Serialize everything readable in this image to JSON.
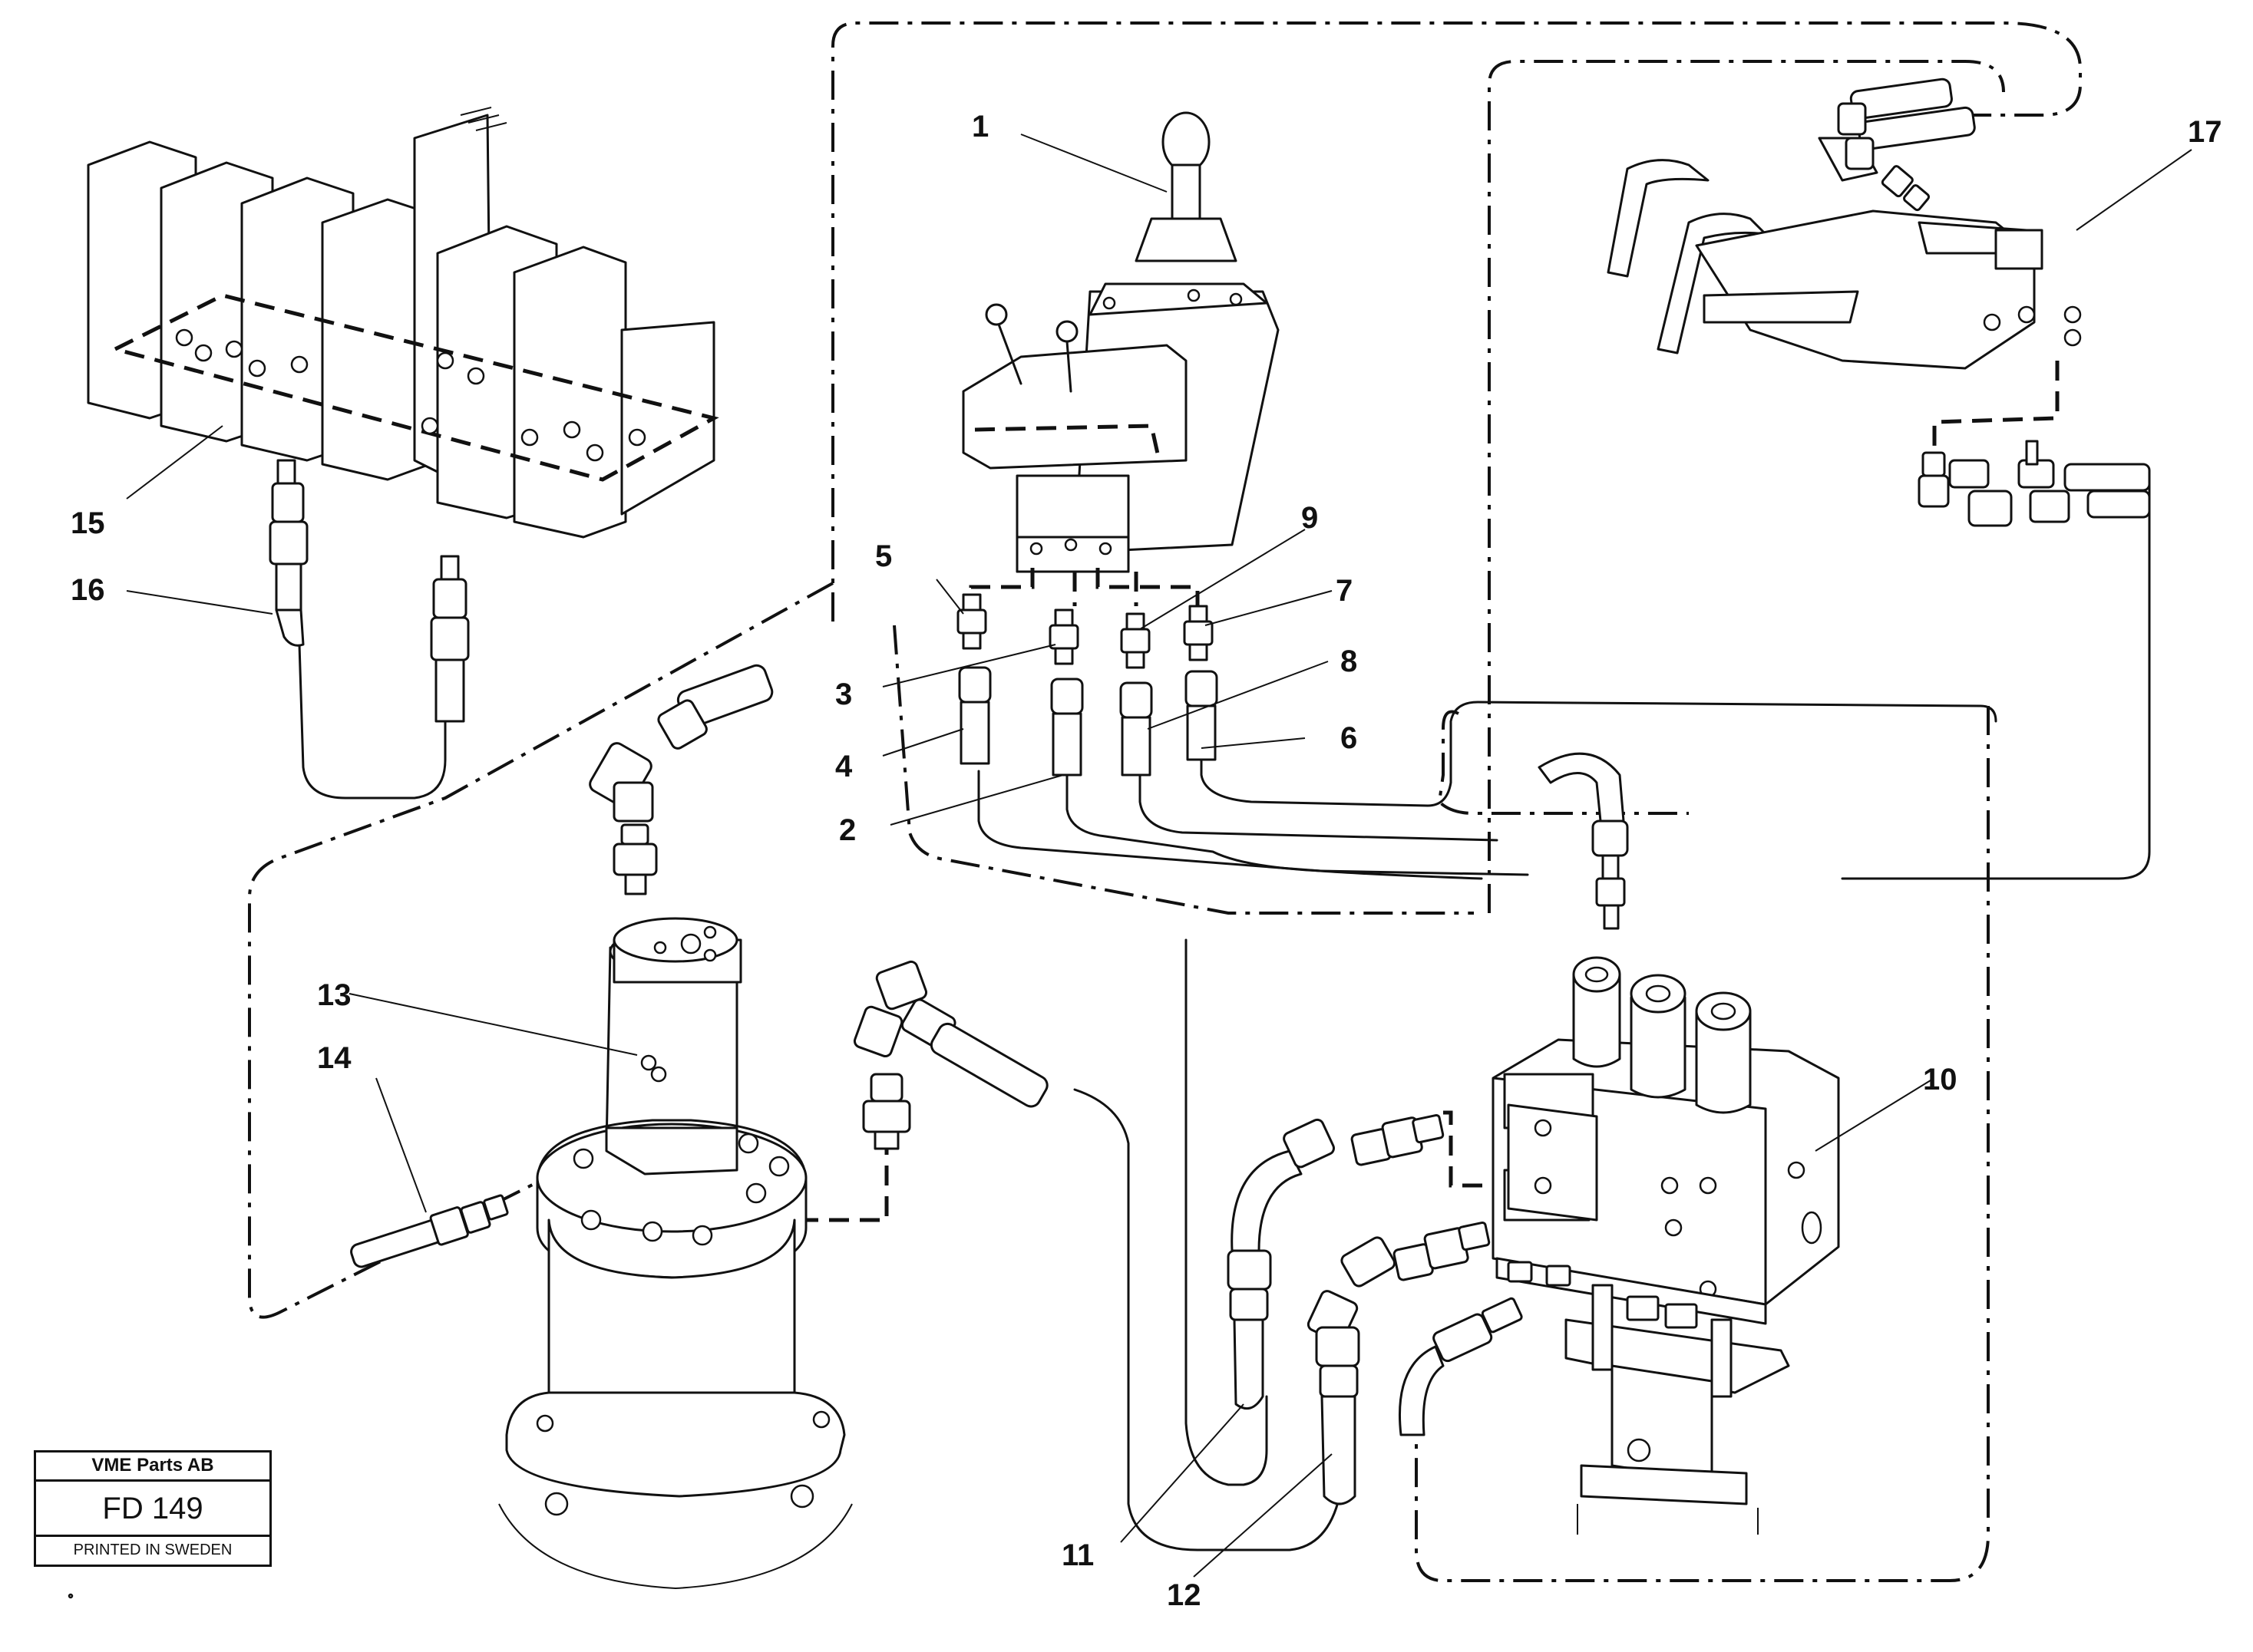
{
  "diagram": {
    "callouts": [
      "1",
      "2",
      "3",
      "4",
      "5",
      "6",
      "7",
      "8",
      "9",
      "10",
      "11",
      "12",
      "13",
      "14",
      "15",
      "16",
      "17"
    ]
  },
  "title_block": {
    "company": "VME Parts AB",
    "code": "FD 149",
    "printed": "PRINTED IN SWEDEN"
  }
}
